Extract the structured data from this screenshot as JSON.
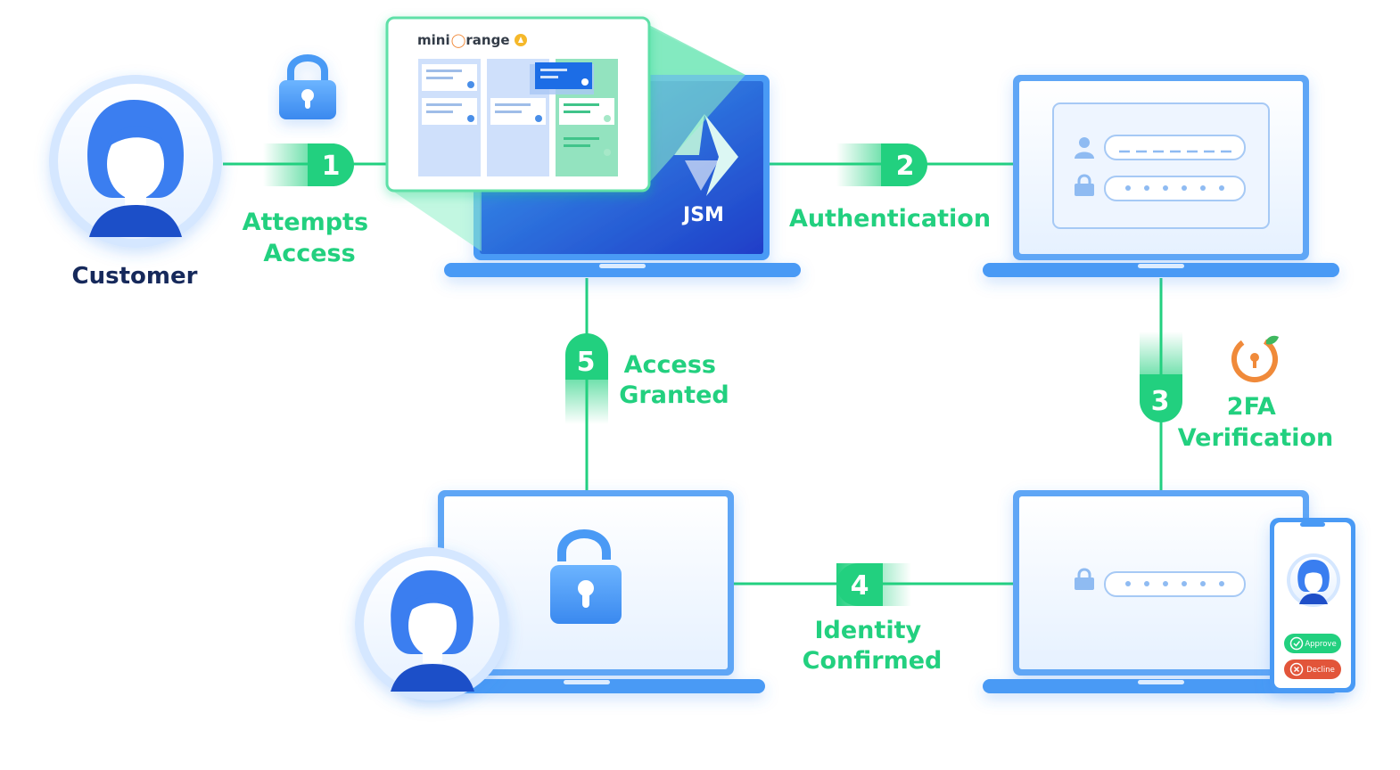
{
  "customer": {
    "label": "Customer"
  },
  "steps": [
    {
      "number": "1",
      "label_lines": [
        "Attempts",
        "Access"
      ]
    },
    {
      "number": "2",
      "label_lines": [
        "Authentication"
      ]
    },
    {
      "number": "3",
      "label_lines": [
        "2FA",
        "Verification"
      ]
    },
    {
      "number": "4",
      "label_lines": [
        "Identity",
        "Confirmed"
      ]
    },
    {
      "number": "5",
      "label_lines": [
        "Access",
        "Granted"
      ]
    }
  ],
  "jsm": {
    "label": "JSM"
  },
  "brand": {
    "name_left": "mini",
    "name_right": "range"
  },
  "phone": {
    "approve": "Approve",
    "decline": "Decline"
  },
  "colors": {
    "green": "#22d07f",
    "blue": "#3b8df2",
    "navy": "#16295b",
    "orange": "#f08a3a",
    "decline": "#e2553a"
  },
  "icons": [
    "lock-icon",
    "unlock-icon",
    "user-icon",
    "2fa-lock-icon",
    "jsm-logo-icon",
    "check-icon",
    "x-icon"
  ]
}
